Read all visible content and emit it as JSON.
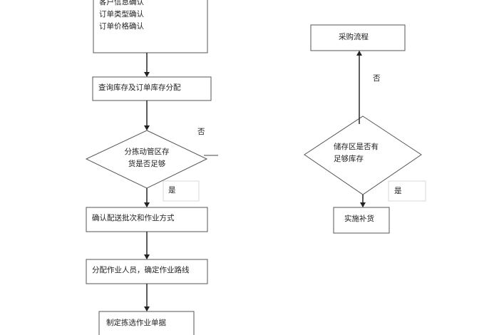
{
  "flowchart": {
    "nodes": {
      "order_confirm": {
        "lines": [
          "客户信息确认",
          "订单类型确认",
          "订单价格确认"
        ]
      },
      "inventory_check": {
        "text": "查询库存及订单库存分配"
      },
      "picking_decision": {
        "lines": [
          "分拣动管区存",
          "货是否足够"
        ]
      },
      "confirm_batch": {
        "text": "确认配送批次和作业方式"
      },
      "assign_staff": {
        "text": "分配作业人员，确定作业路线"
      },
      "picking_docs": {
        "text": "制定拣选作业单据"
      },
      "purchase_flow": {
        "text": "采购流程"
      },
      "storage_decision": {
        "lines": [
          "储存区是否有",
          "足够库存"
        ]
      },
      "replenish": {
        "text": "实施补货"
      }
    },
    "edge_labels": {
      "picking_no": "否",
      "picking_yes": "是",
      "storage_no": "否",
      "storage_yes": "是"
    }
  },
  "colors": {
    "line": "#3a3a3a",
    "box_border": "#555555",
    "arrow": "#222222",
    "label_box_border": "#d8d8d8"
  }
}
